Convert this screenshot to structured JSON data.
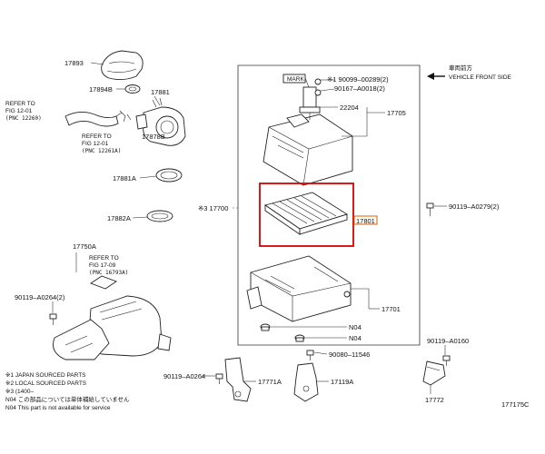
{
  "vehicle_front": {
    "jp": "車両前方",
    "en": "VEHICLE FRONT SIDE"
  },
  "part_labels": {
    "p17893": "17893",
    "p17894B": "17894B",
    "p17881": "17881",
    "p17878B": "17878B",
    "p17881A": "17881A",
    "p17882A": "17882A",
    "p17750A": "17750A",
    "p90119_A0264_2": "90119–A0264(2)",
    "p90119_A0264": "90119–A0264",
    "p17771A": "17771A",
    "p17119A": "17119A",
    "p90080_11546": "90080–11546",
    "p17700": "※3 17700",
    "p17705": "17705",
    "p22204": "22204",
    "p90099_00289": "※1 90099–00289(2)",
    "p90167_A0018": "90167–A0018(2)",
    "mark": "MARK",
    "p17801": "17801",
    "p17701": "17701",
    "n04_a": "N04",
    "n04_b": "N04",
    "p90119_A0279": "90119–A0279(2)",
    "p90119_A0160": "90119–A0160",
    "p17772": "17772"
  },
  "refer_notes": {
    "r1_line1": "REFER TO",
    "r1_line2": "FIG 12-01",
    "r1_line3": "(PNC 12260)",
    "r2_line1": "REFER TO",
    "r2_line2": "FIG 12-01",
    "r2_line3": "(PNC 12261A)",
    "r3_line1": "REFER TO",
    "r3_line2": "FIG 17-09",
    "r3_line3": "(PNC 16793A)"
  },
  "footnotes": {
    "f1": "※1 JAPAN SOURCED PARTS",
    "f2": "※2 LOCAL SOURCED PARTS",
    "f3": "※3 (1400–",
    "f4": "N04 この部品については単体補給していません",
    "f5": "N04 This part is not available for service"
  },
  "figure_id": "177175C",
  "highlight": {
    "color": "#d80000",
    "target_part": "17801"
  }
}
